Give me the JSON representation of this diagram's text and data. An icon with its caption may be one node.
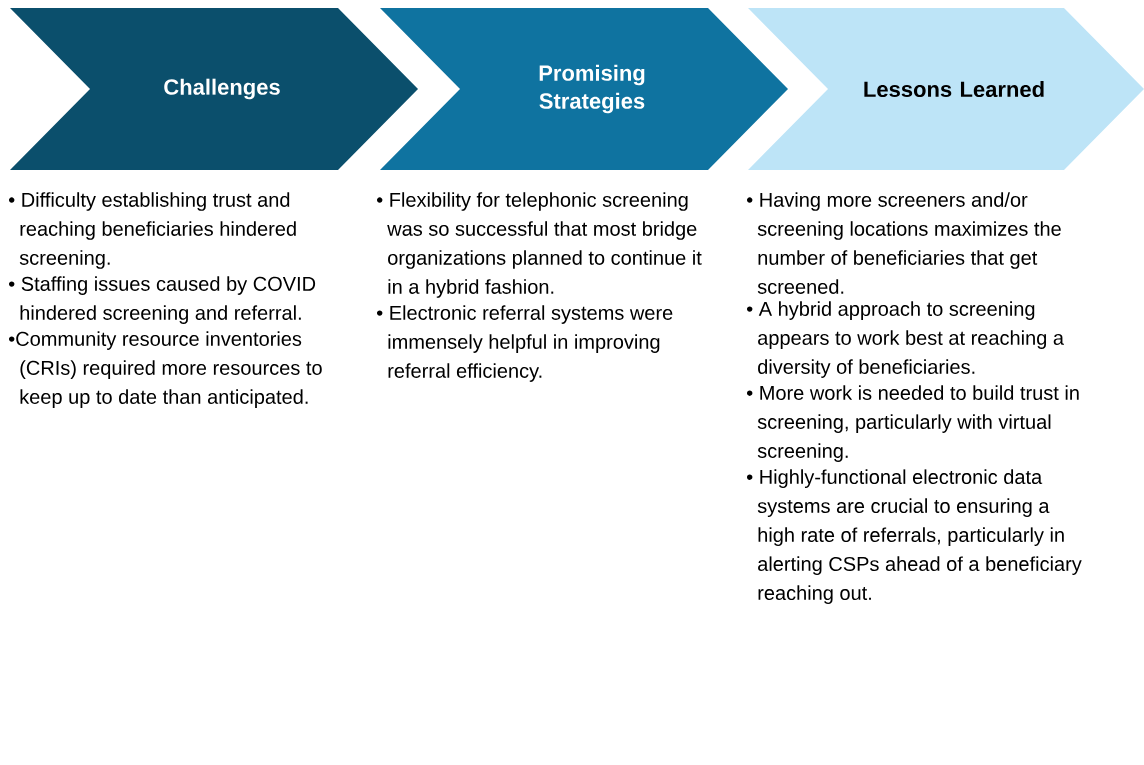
{
  "diagram": {
    "nodes": [
      {
        "text": [
          "Challenges"
        ],
        "beside": [
          "• Difficulty establishing trust and reaching beneficiaries hindered screening.",
          "• Staffing issues caused by COVID hindered screening and referral.",
          "•Community resource inventories (CRIs) required more resources to keep up to date than anticipated."
        ]
      },
      {
        "text": [
          "Promising Strategies"
        ],
        "beside": [
          "• Flexibility for telephonic screening was so successful that most bridge organizations planned to continue it in a hybrid fashion.",
          "• Electronic referral systems were immensely helpful in improving referral efficiency."
        ]
      },
      {
        "text": [
          "Lessons Learned"
        ],
        "beside": [
          "• Having more screeners and/or screening locations maximizes the number of beneficiaries that get screened.",
          "• A hybrid approach to screening appears to work best at reaching a diversity of beneficiaries.",
          "• More work is needed to build trust in screening, particularly with virtual screening.",
          "• Highly-functional electronic data systems are crucial to ensuring a high rate of referrals, particularly in alerting CSPs ahead of a beneficiary reaching out."
        ]
      }
    ]
  }
}
